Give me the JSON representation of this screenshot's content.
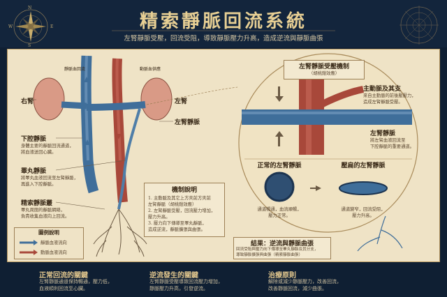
{
  "header": {
    "title": "精索靜脈回流系統",
    "subtitle": "左腎靜脈受壓，回流受阻，導致靜脈壓力升高，造成逆流與靜脈曲張"
  },
  "compass": {
    "north": "N",
    "south": "S",
    "east": "E",
    "west": "W"
  },
  "anatomy": {
    "ivc_label": "靜脈血回流",
    "aorta_label": "動脈血供應",
    "right_kidney": "右腎",
    "left_kidney": "左腎",
    "left_renal_vein": "左腎靜脈",
    "ivc": {
      "title": "下腔靜脈",
      "desc": [
        "身體主要的靜脈回流通道，",
        "將血液送回心臟。"
      ]
    },
    "testicular_vein": {
      "title": "睪丸靜脈",
      "desc": [
        "將睪丸血液回流至左腎靜脈，",
        "再進入下腔靜脈。"
      ]
    },
    "plexus": {
      "title": "精索靜脈叢",
      "desc": [
        "睪丸周圍的靜脈網絡，",
        "負責收集血液向上回流。"
      ]
    }
  },
  "legend": {
    "title": "圖例說明",
    "items": [
      {
        "label": "靜脈血液流向",
        "color": "#3f6e9a"
      },
      {
        "label": "動脈血液流向",
        "color": "#a8483a"
      }
    ]
  },
  "mechanism": {
    "title": "機制說明",
    "items": [
      "1. 主動脈及其它上方夾前方夾前",
      "   左腎靜脈（胡桃鉗效應）",
      "2. 左腎靜脈受壓，回流壓力增加，",
      "   壓力升高。",
      "3. 壓力向下傳導至睪丸靜脈，",
      "   造成逆流，靜脈擴張與曲張。"
    ]
  },
  "zoom": {
    "title": "左腎靜脈受壓機制",
    "subtitle": "（胡桃鉗效應）",
    "sma": {
      "title": "主動脈及其支",
      "desc": [
        "來自主動脈的前後壓壓力，",
        "造成左腎靜脈受壓。"
      ]
    },
    "lrv": {
      "title": "左腎靜脈",
      "desc": [
        "將左腎血液回流至",
        "下腔靜脈的重要通道。"
      ]
    }
  },
  "cross_section": {
    "normal": {
      "title": "正常的左腎靜脈",
      "desc": [
        "通道暢通，血流順暢，",
        "壓力正常。"
      ]
    },
    "compressed": {
      "title": "壓扁的左腎靜脈",
      "desc": [
        "通道變窄，回流受阻，",
        "壓力升高。"
      ]
    }
  },
  "result": {
    "title": "結果：逆流與靜脈曲張",
    "desc": [
      "回流受阻與壓力向下傳導至睪丸靜脈及其分支，",
      "導致靜脈擴張與曲張（精索靜脈曲張）"
    ]
  },
  "footer": {
    "items": [
      {
        "title": "正常回流的關鍵",
        "desc": [
          "左腎靜脈通道保持暢通，壓力低，",
          "血液順利回流至心臟。"
        ]
      },
      {
        "title": "逆流發生的關鍵",
        "desc": [
          "左腎靜脈受壓導致回流壓力增加，",
          "靜脈壓力升高，引發逆流。"
        ]
      },
      {
        "title": "治療原則",
        "desc": [
          "解除或減少靜脈壓力，改善回流，",
          "改善靜脈回流，減少曲張。"
        ]
      }
    ]
  },
  "colors": {
    "navy": "#13253c",
    "gold": "#e7cf94",
    "paper": "#efe3c6",
    "vein": "#3f6e9a",
    "artery": "#a8483a"
  }
}
